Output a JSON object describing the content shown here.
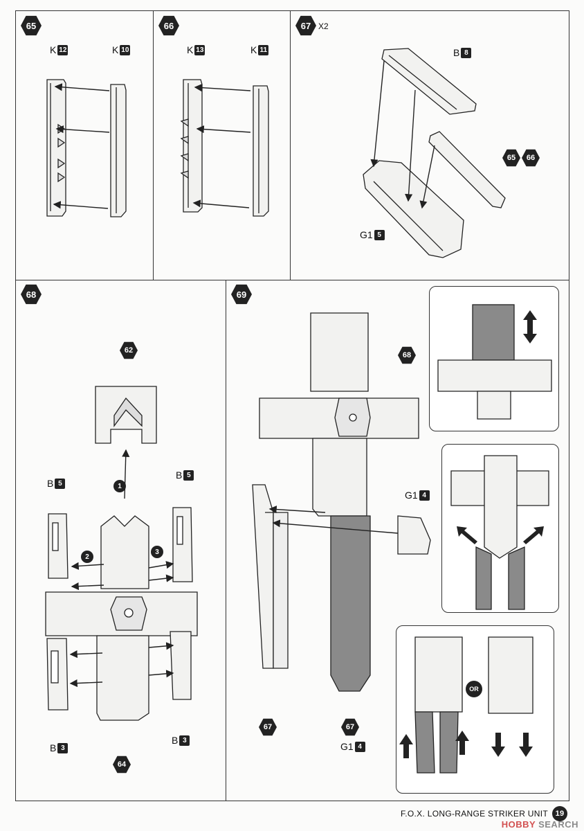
{
  "steps": {
    "s65": {
      "number": "65",
      "parts": [
        {
          "letter": "K",
          "num": "12"
        },
        {
          "letter": "K",
          "num": "10"
        }
      ]
    },
    "s66": {
      "number": "66",
      "parts": [
        {
          "letter": "K",
          "num": "13"
        },
        {
          "letter": "K",
          "num": "11"
        }
      ]
    },
    "s67": {
      "number": "67",
      "multiplier": "X2",
      "parts": [
        {
          "letter": "B",
          "num": "8"
        },
        {
          "letter": "G1",
          "num": "5"
        }
      ],
      "refs": [
        "65",
        "66"
      ]
    },
    "s68": {
      "number": "68",
      "ref_top": "62",
      "ref_bottom": "64",
      "parts": [
        {
          "letter": "B",
          "num": "5"
        },
        {
          "letter": "B",
          "num": "5"
        },
        {
          "letter": "B",
          "num": "3"
        },
        {
          "letter": "B",
          "num": "3"
        }
      ],
      "order": [
        "1",
        "2",
        "3"
      ]
    },
    "s69": {
      "number": "69",
      "ref_68": "68",
      "ref_67a": "67",
      "ref_67b": "67",
      "parts": [
        {
          "letter": "G1",
          "num": "4"
        },
        {
          "letter": "G1",
          "num": "4"
        }
      ],
      "or_label": "OR"
    }
  },
  "footer": {
    "title": "F.O.X. LONG-RANGE STRIKER UNIT",
    "page": "19"
  },
  "watermark": {
    "brand": "HOBBY",
    "word": "SEARCH"
  },
  "colors": {
    "ink": "#222222",
    "part_fill": "#f2f2f0",
    "shade": "#8a8a8a"
  }
}
